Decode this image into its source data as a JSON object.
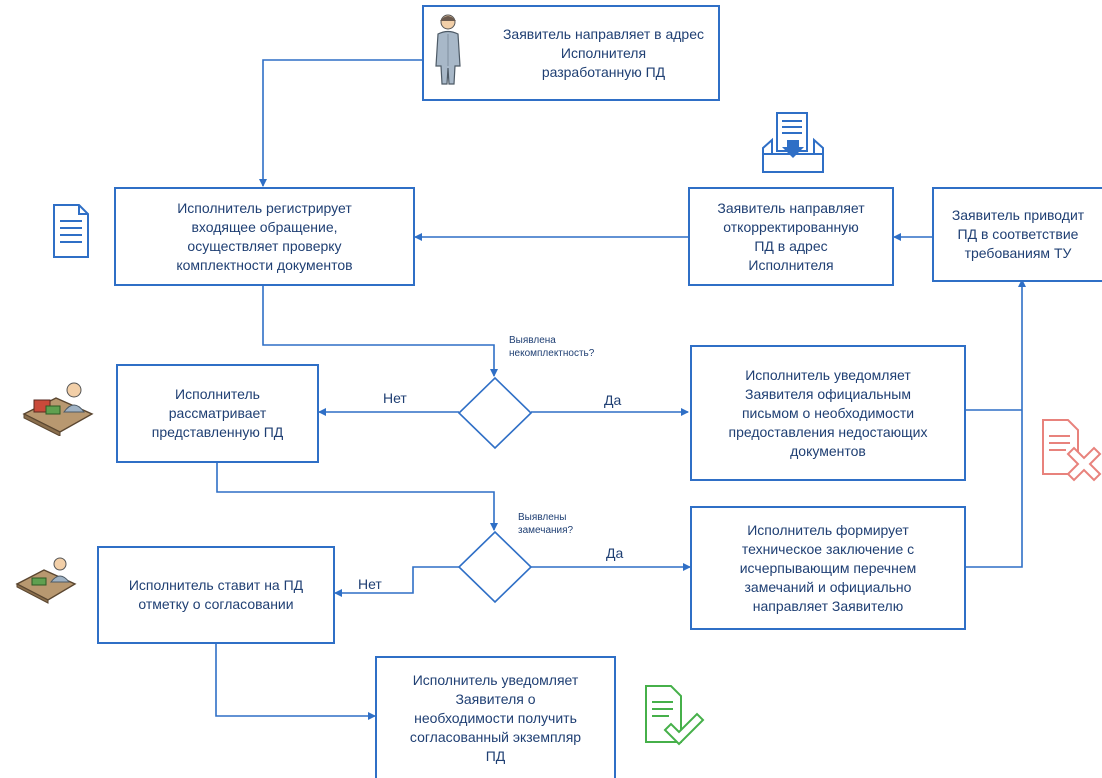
{
  "colors": {
    "line": "#2f6fc6",
    "box_border": "#2f6fc6",
    "text": "#1f3f73",
    "reject_icon": "#e8827c",
    "approve_icon": "#46b04a"
  },
  "boxes": {
    "applicant_sends": "Заявитель направляет в адрес\nИсполнителя\nразработанную ПД",
    "register": "Исполнитель регистрирует\nвходящее обращение,\nосуществляет проверку\nкомплектности документов",
    "sends_corrected": "Заявитель направляет\nоткорректированную\nПД в адрес\nИсполнителя",
    "brings_compliance": "Заявитель приводит\nПД в соответствие\nтребованиям ТУ",
    "reviews": "Исполнитель\nрассматривает\nпредставленную ПД",
    "notify_missing": "Исполнитель уведомляет\nЗаявителя официальным\nписьмом о необходимости\nпредоставления недостающих\nдокументов",
    "approval_mark": "Исполнитель ставит на ПД\nотметку о согласовании",
    "technical_conclusion": "Исполнитель формирует\nтехническое заключение с\nисчерпывающим перечнем\nзамечаний и официально\nнаправляет Заявителю",
    "notify_receive": "Исполнитель уведомляет\nЗаявителя о\nнеобходимости получить\nсогласованный экземпляр\nПД"
  },
  "decisions": {
    "incompleteness_q": "Выявлена\nнекомплектность?",
    "remarks_q": "Выявлены\nзамечания?"
  },
  "labels": {
    "no1": "Нет",
    "yes1": "Да",
    "no2": "Нет",
    "yes2": "Да"
  },
  "icons": {
    "person": "person-icon",
    "document": "document-icon",
    "inbox": "inbox-document-icon",
    "worker_desk_1": "worker-at-desk-icon",
    "worker_desk_2": "worker-at-desk-icon",
    "reject": "document-reject-icon",
    "approve": "document-approve-icon"
  }
}
